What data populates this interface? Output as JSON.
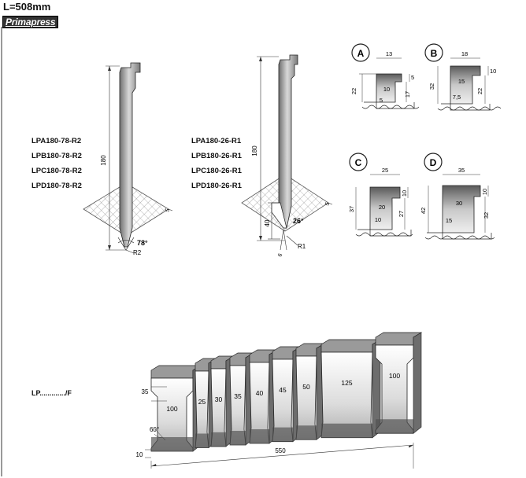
{
  "header": {
    "length": "L=508mm",
    "brand": "Primapress"
  },
  "tool_r2": {
    "codes": [
      "LPA180-78-R2",
      "LPB180-78-R2",
      "LPC180-78-R2",
      "LPD180-78-R2"
    ],
    "height": "180",
    "angle": "78°",
    "radius": "R2",
    "hatch_label": "5"
  },
  "tool_r1": {
    "codes": [
      "LPA180-26-R1",
      "LPB180-26-R1",
      "LPC180-26-R1",
      "LPD180-26-R1"
    ],
    "height": "180",
    "angle": "26°",
    "radius": "R1",
    "tip_height": "40",
    "tip_width": "6",
    "hatch_label": "5"
  },
  "tangs": {
    "A": {
      "letter": "A",
      "dims": [
        "13",
        "5",
        "10",
        "22",
        "17",
        "5"
      ]
    },
    "B": {
      "letter": "B",
      "dims": [
        "18",
        "10",
        "15",
        "32",
        "22",
        "7,5"
      ]
    },
    "C": {
      "letter": "C",
      "dims": [
        "25",
        "10",
        "20",
        "37",
        "27",
        "10"
      ]
    },
    "D": {
      "letter": "D",
      "dims": [
        "35",
        "10",
        "30",
        "42",
        "32",
        "15"
      ]
    }
  },
  "segments": {
    "label": "LP............./F",
    "pieces": [
      "100",
      "25",
      "30",
      "35",
      "40",
      "45",
      "50",
      "125",
      "100"
    ],
    "total_length": "550",
    "horn_height": "35",
    "horn_angle": "60°",
    "base_height": "10"
  }
}
